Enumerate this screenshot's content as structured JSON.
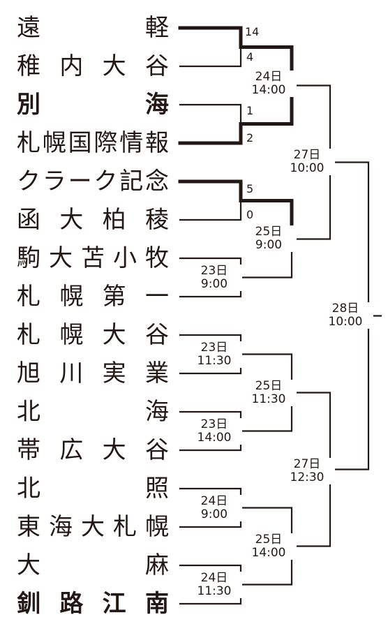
{
  "colors": {
    "ink": "#231815",
    "background": "#ffffff"
  },
  "teams": [
    {
      "name": "遠軽",
      "winner": false
    },
    {
      "name": "稚内大谷",
      "winner": false
    },
    {
      "name": "別海",
      "winner": true
    },
    {
      "name": "札幌国際情報",
      "winner": false
    },
    {
      "name": "クラーク記念",
      "winner": false
    },
    {
      "name": "函大柏稜",
      "winner": false
    },
    {
      "name": "駒大苫小牧",
      "winner": false
    },
    {
      "name": "札幌第一",
      "winner": false
    },
    {
      "name": "札幌大谷",
      "winner": false
    },
    {
      "name": "旭川実業",
      "winner": false
    },
    {
      "name": "北海",
      "winner": false
    },
    {
      "name": "帯広大谷",
      "winner": false
    },
    {
      "name": "北照",
      "winner": false
    },
    {
      "name": "東海大札幌",
      "winner": false
    },
    {
      "name": "大麻",
      "winner": false
    },
    {
      "name": "釧路江南",
      "winner": true
    }
  ],
  "scores": [
    "14",
    "4",
    "1",
    "2",
    "5",
    "0"
  ],
  "round1": [
    {
      "date": "",
      "time": ""
    },
    {
      "date": "",
      "time": ""
    },
    {
      "date": "",
      "time": ""
    },
    {
      "date": "23日",
      "time": "9:00"
    },
    {
      "date": "23日",
      "time": "11:30"
    },
    {
      "date": "23日",
      "time": "14:00"
    },
    {
      "date": "24日",
      "time": "9:00"
    },
    {
      "date": "24日",
      "time": "11:30"
    }
  ],
  "round2": [
    {
      "date": "24日",
      "time": "14:00"
    },
    {
      "date": "25日",
      "time": "9:00"
    },
    {
      "date": "25日",
      "time": "11:30"
    },
    {
      "date": "25日",
      "time": "14:00"
    }
  ],
  "semifinals": [
    {
      "date": "27日",
      "time": "10:00"
    },
    {
      "date": "27日",
      "time": "12:30"
    }
  ],
  "final": {
    "date": "28日",
    "time": "10:00"
  }
}
